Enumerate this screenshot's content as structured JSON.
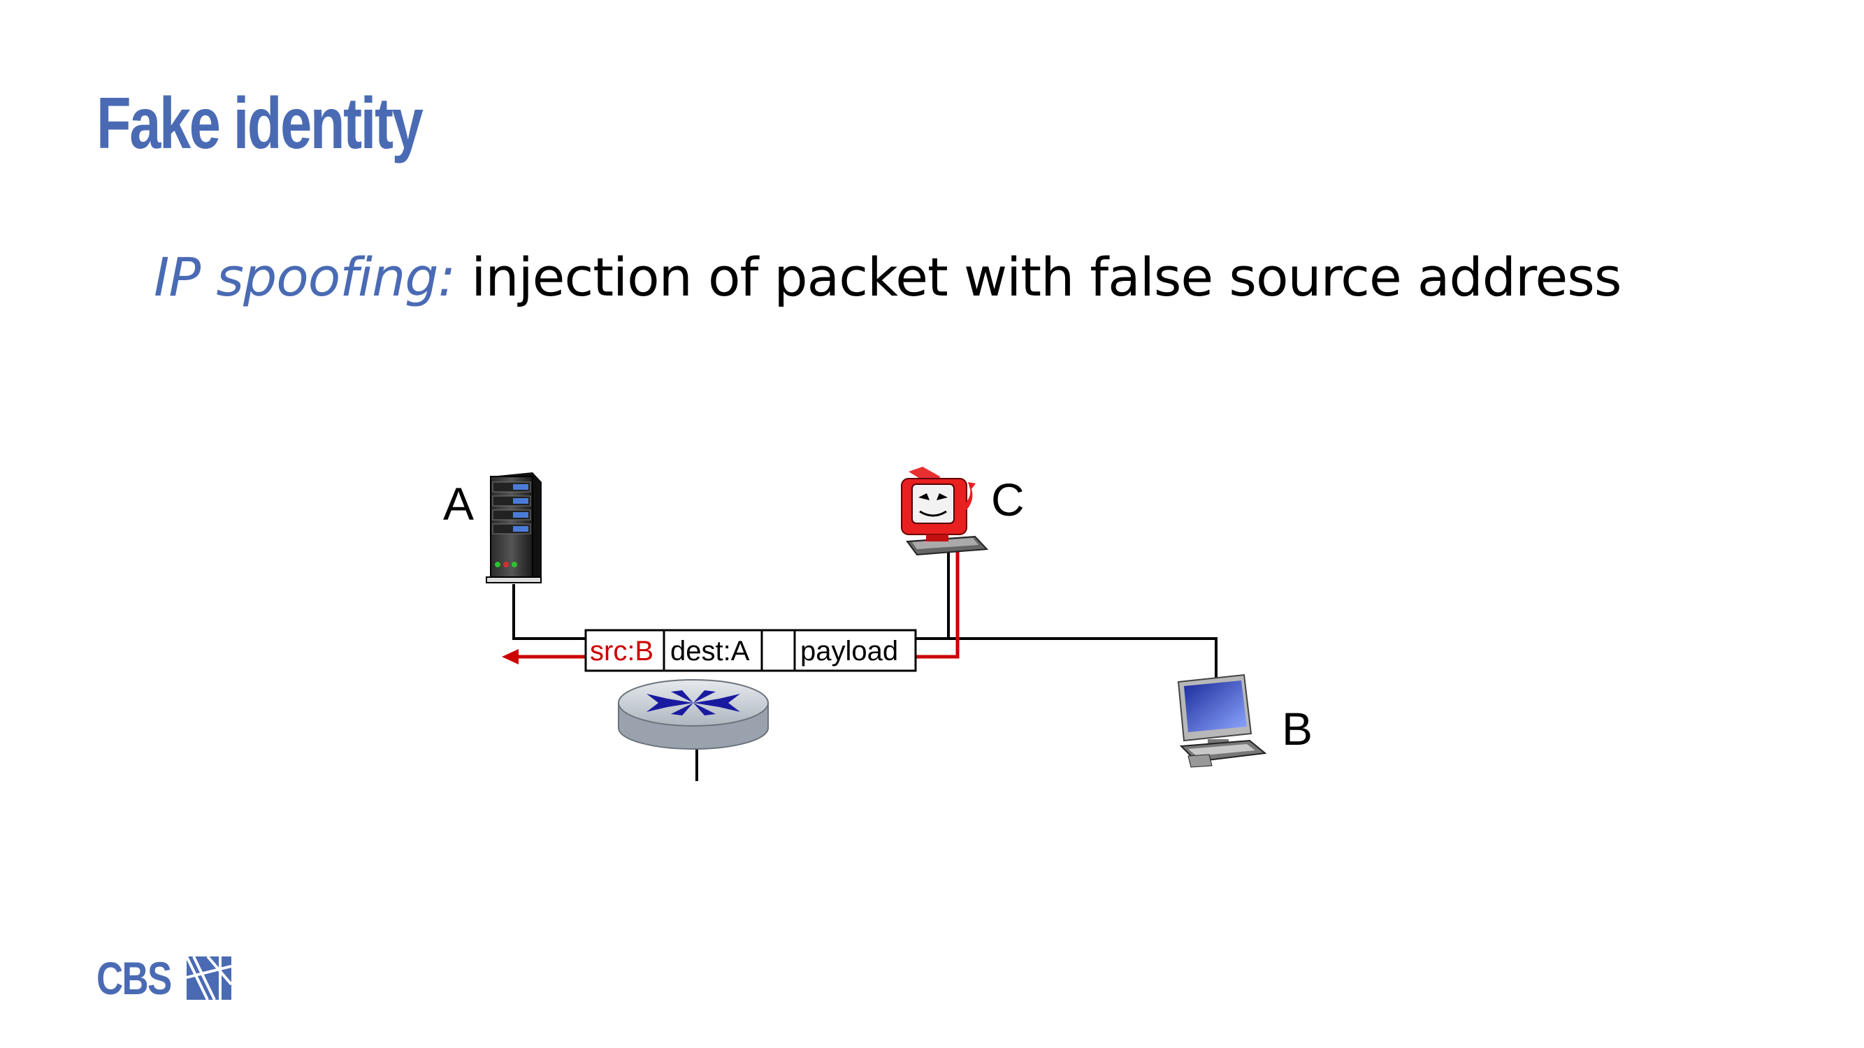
{
  "slide": {
    "title": "Fake identity",
    "subtitle_term": "IP spoofing:",
    "subtitle_text": " injection of packet with false source address"
  },
  "diagram": {
    "nodes": {
      "a": "A",
      "b": "B",
      "c": "C"
    },
    "packet": {
      "src": "src:B",
      "dest": "dest:A",
      "payload": "payload"
    },
    "colors": {
      "spoof": "#cc0000",
      "link": "#000000",
      "router_x": "#1a1aa0"
    }
  },
  "footer": {
    "logo_text": "CBS"
  },
  "colors": {
    "accent": "#4a6bb4"
  }
}
